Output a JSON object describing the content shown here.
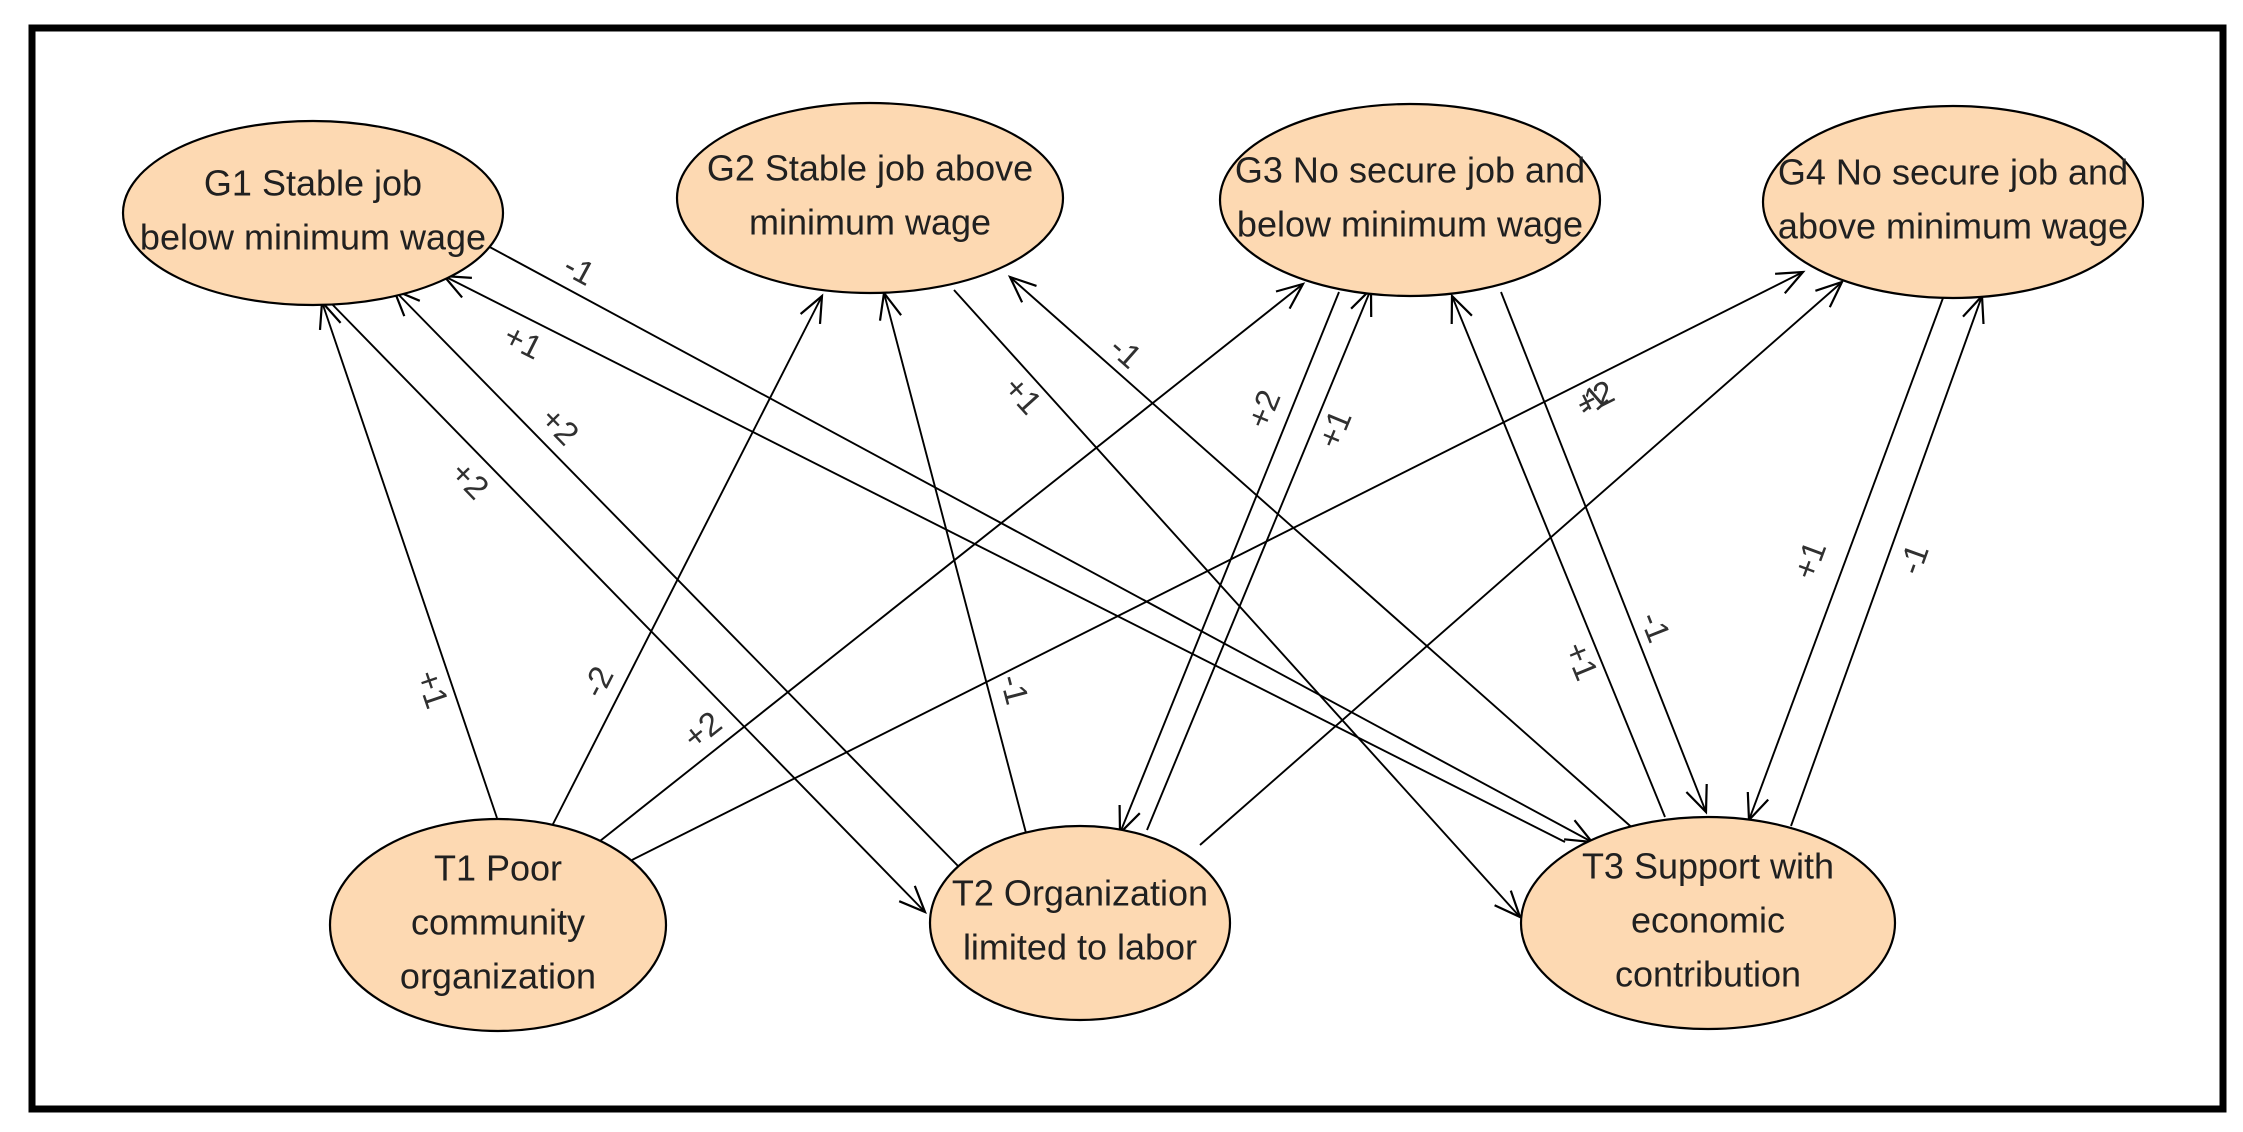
{
  "diagram": {
    "colors": {
      "node_fill": "#fdd9b2",
      "node_stroke": "#000000",
      "edge": "#000000",
      "background": "#ffffff"
    },
    "nodes": [
      {
        "id": "g1",
        "lines": [
          "G1 Stable job",
          "below minimum wage"
        ]
      },
      {
        "id": "g2",
        "lines": [
          "G2 Stable job above",
          "minimum wage"
        ]
      },
      {
        "id": "g3",
        "lines": [
          "G3 No secure job and",
          "below minimum wage"
        ]
      },
      {
        "id": "g4",
        "lines": [
          "G4 No secure job and",
          "above minimum wage"
        ]
      },
      {
        "id": "t1",
        "lines": [
          "T1 Poor",
          "community",
          "organization"
        ]
      },
      {
        "id": "t2",
        "lines": [
          "T2 Organization",
          "limited to labor"
        ]
      },
      {
        "id": "t3",
        "lines": [
          "T3 Support with",
          "economic",
          "contribution"
        ]
      }
    ],
    "edges": [
      {
        "from": "t1",
        "to": "g1",
        "label": "+1"
      },
      {
        "from": "t1",
        "to": "g2",
        "label": "-2"
      },
      {
        "from": "t1",
        "to": "g3",
        "label": "+2"
      },
      {
        "from": "t1",
        "to": "g4",
        "label": "+2"
      },
      {
        "from": "g1",
        "to": "t2",
        "label": "+2"
      },
      {
        "from": "t2",
        "to": "g1",
        "label": "+2"
      },
      {
        "from": "t2",
        "to": "g2",
        "label": "-1"
      },
      {
        "from": "g3",
        "to": "t2",
        "label": "+2"
      },
      {
        "from": "t2",
        "to": "g3",
        "label": "+1"
      },
      {
        "from": "t2",
        "to": "g4",
        "label": "-1"
      },
      {
        "from": "g1",
        "to": "t3",
        "label": "-1"
      },
      {
        "from": "t3",
        "to": "g1",
        "label": "+1"
      },
      {
        "from": "g2",
        "to": "t3",
        "label": "+1"
      },
      {
        "from": "t3",
        "to": "g2",
        "label": "-1"
      },
      {
        "from": "t3",
        "to": "g3",
        "label": "+1"
      },
      {
        "from": "g3",
        "to": "t3",
        "label": "-1"
      },
      {
        "from": "g4",
        "to": "t3",
        "label": "+1"
      },
      {
        "from": "t3",
        "to": "g4",
        "label": "-1"
      }
    ]
  }
}
